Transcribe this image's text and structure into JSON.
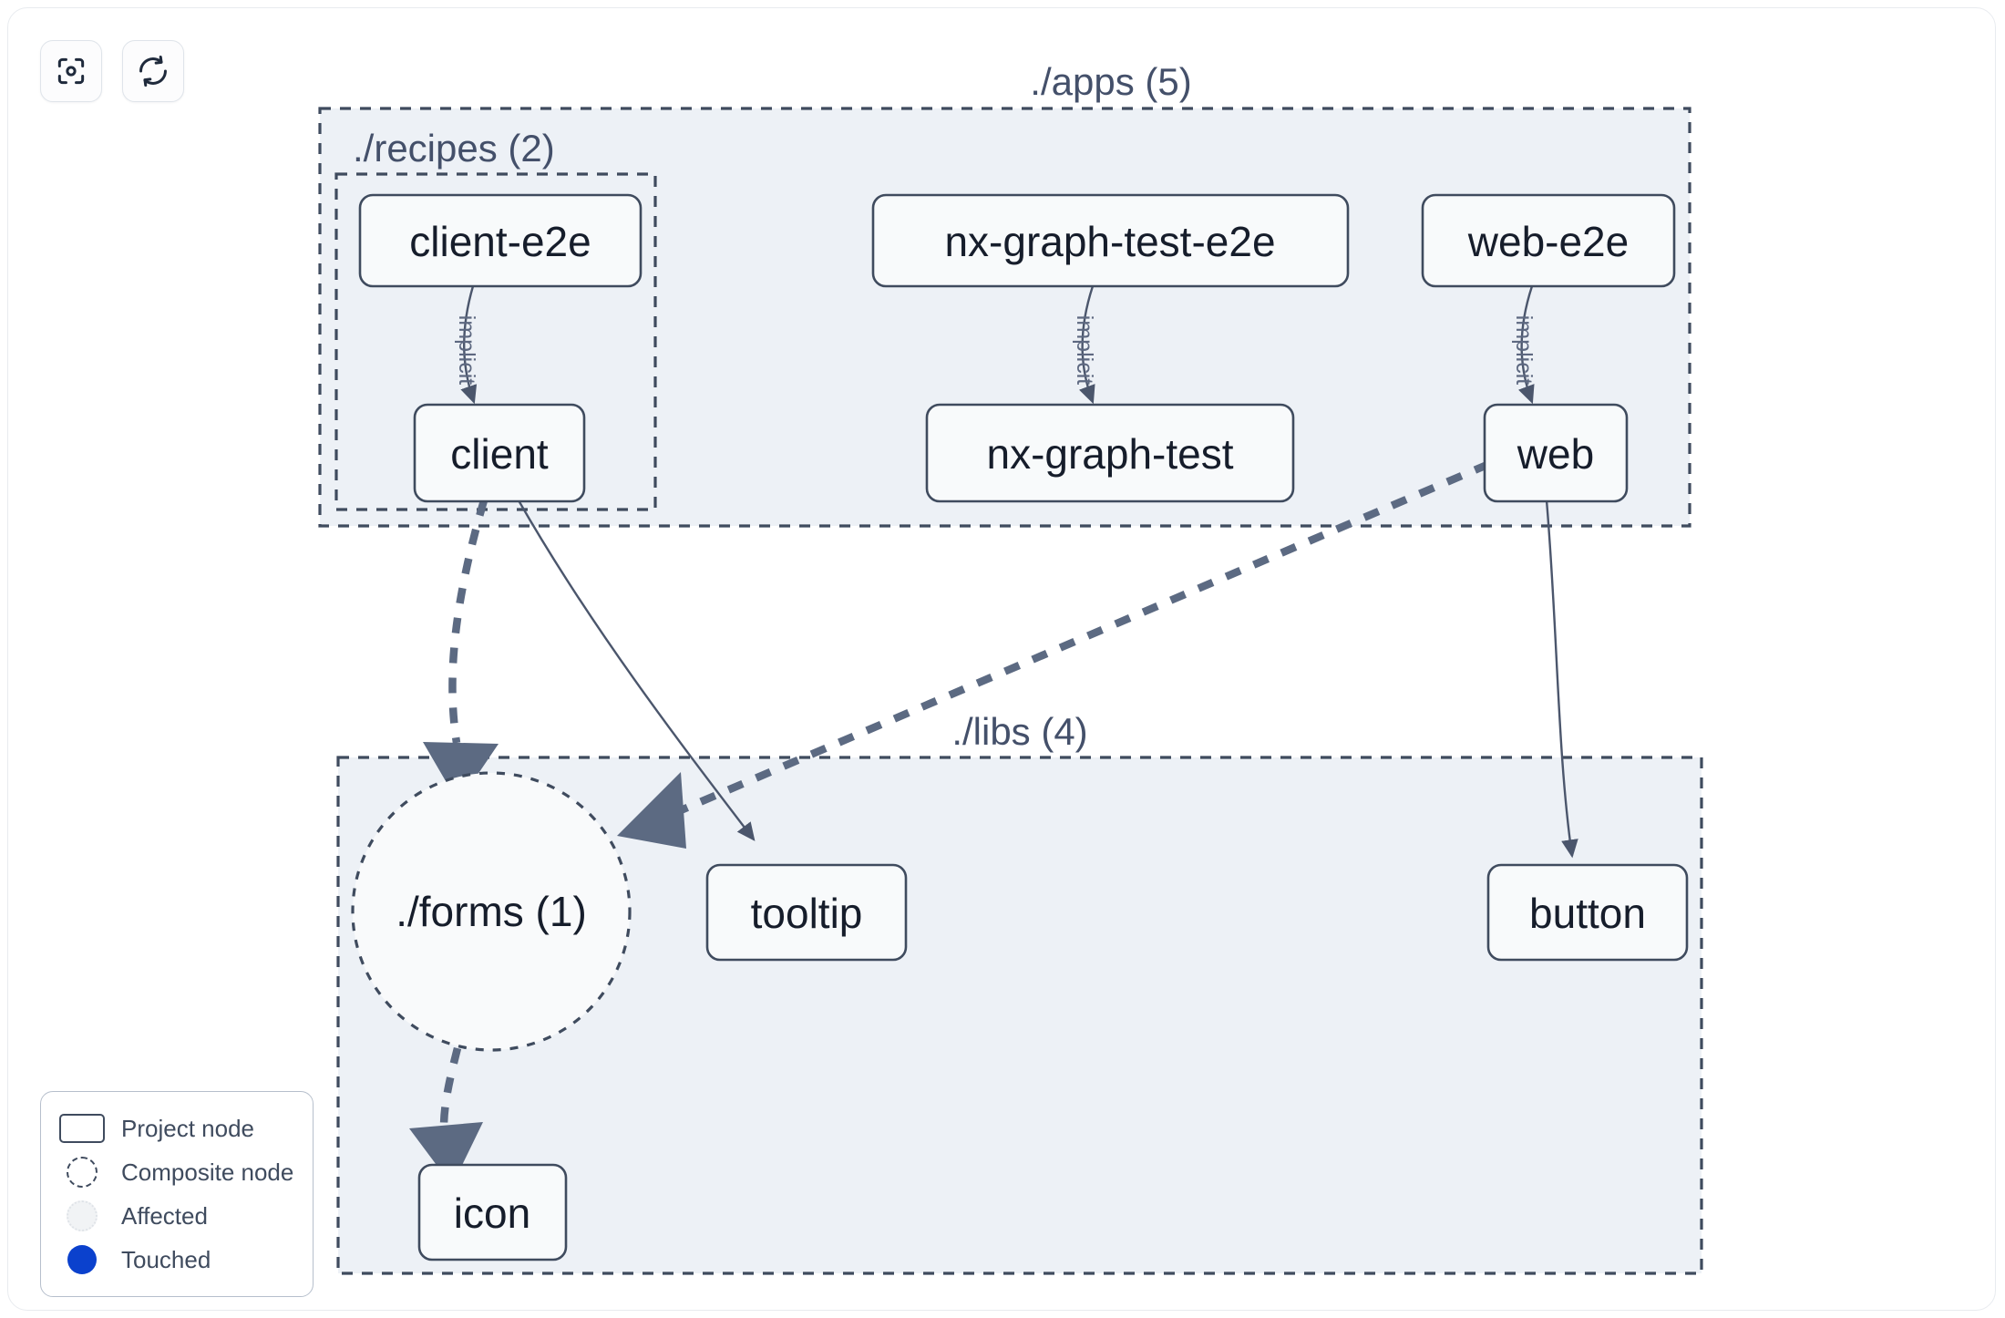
{
  "toolbar": {
    "buttons": [
      {
        "name": "focus-graph-button",
        "icon": "focus-viewfinder-icon",
        "title": "Focus graph"
      },
      {
        "name": "refresh-graph-button",
        "icon": "refresh-icon",
        "title": "Refresh graph"
      }
    ]
  },
  "graph": {
    "groups": [
      {
        "id": "apps",
        "label": "./apps (5)",
        "label_align": "right"
      },
      {
        "id": "recipes",
        "label": "./recipes (2)",
        "label_align": "left"
      },
      {
        "id": "libs",
        "label": "./libs (4)",
        "label_align": "center"
      }
    ],
    "nodes": [
      {
        "id": "client-e2e",
        "label": "client-e2e",
        "type": "project",
        "group": "recipes"
      },
      {
        "id": "client",
        "label": "client",
        "type": "project",
        "group": "recipes"
      },
      {
        "id": "nx-graph-test-e2e",
        "label": "nx-graph-test-e2e",
        "type": "project",
        "group": "apps"
      },
      {
        "id": "nx-graph-test",
        "label": "nx-graph-test",
        "type": "project",
        "group": "apps"
      },
      {
        "id": "web-e2e",
        "label": "web-e2e",
        "type": "project",
        "group": "apps"
      },
      {
        "id": "web",
        "label": "web",
        "type": "project",
        "group": "apps"
      },
      {
        "id": "forms",
        "label": "./forms (1)",
        "type": "composite",
        "group": "libs"
      },
      {
        "id": "tooltip",
        "label": "tooltip",
        "type": "project",
        "group": "libs"
      },
      {
        "id": "button",
        "label": "button",
        "type": "project",
        "group": "libs"
      },
      {
        "id": "icon",
        "label": "icon",
        "type": "project",
        "group": "libs"
      }
    ],
    "edges": [
      {
        "from": "client-e2e",
        "to": "client",
        "label": "implicit",
        "style": "thin"
      },
      {
        "from": "nx-graph-test-e2e",
        "to": "nx-graph-test",
        "label": "implicit",
        "style": "thin"
      },
      {
        "from": "web-e2e",
        "to": "web",
        "label": "implicit",
        "style": "thin"
      },
      {
        "from": "client",
        "to": "forms",
        "label": "",
        "style": "thick"
      },
      {
        "from": "client",
        "to": "tooltip",
        "label": "",
        "style": "thin"
      },
      {
        "from": "web",
        "to": "forms",
        "label": "",
        "style": "thick"
      },
      {
        "from": "web",
        "to": "button",
        "label": "",
        "style": "thin"
      },
      {
        "from": "forms",
        "to": "icon",
        "label": "",
        "style": "thick"
      }
    ]
  },
  "legend": {
    "items": [
      {
        "swatch": "project-node-swatch",
        "label": "Project node"
      },
      {
        "swatch": "composite-node-swatch",
        "label": "Composite node"
      },
      {
        "swatch": "affected-node-swatch",
        "label": "Affected"
      },
      {
        "swatch": "touched-node-swatch",
        "label": "Touched"
      }
    ]
  },
  "colors": {
    "group_fill": "#edf1f6",
    "group_stroke": "#3f4b5e",
    "node_fill": "#f8fafb",
    "node_stroke": "#3f4b5e",
    "edge_thin": "#4b566c",
    "edge_thick": "#5c6a82",
    "touched": "#0b41cd",
    "text": "#161d2b"
  }
}
